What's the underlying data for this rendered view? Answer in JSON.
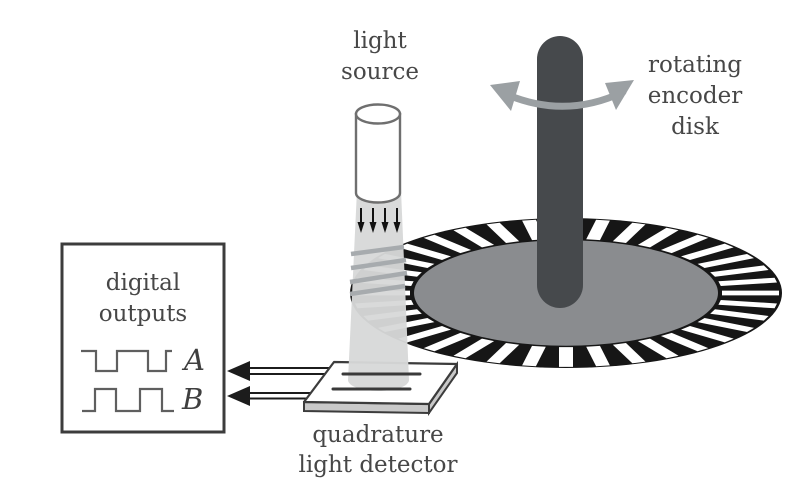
{
  "diagram": {
    "type": "rotary-quadrature-encoder-schematic",
    "labels": {
      "light_source": {
        "line1": "light",
        "line2": "source"
      },
      "rotating_encoder_disk": {
        "line1": "rotating",
        "line2": "encoder",
        "line3": "disk"
      },
      "digital_outputs": {
        "line1": "digital",
        "line2": "outputs"
      },
      "quadrature_light_detector": {
        "line1": "quadrature",
        "line2": "light detector"
      },
      "output_a": "A",
      "output_b": "B"
    },
    "colors": {
      "background": "#ffffff",
      "text": "#474747",
      "shaft": "#46494c",
      "disk_ring": "#161616",
      "disk_slot": "#ffffff",
      "disk_inner": "#8a8c8f",
      "beam": "#d7d8d9",
      "rotation_arrow": "#9ba0a3",
      "plate_side": "#c9c9c9",
      "plate_top": "#ffffff",
      "outline": "#3c3c3c",
      "signal": "#1c1c1c",
      "waveform": "#5f5f5f"
    }
  }
}
